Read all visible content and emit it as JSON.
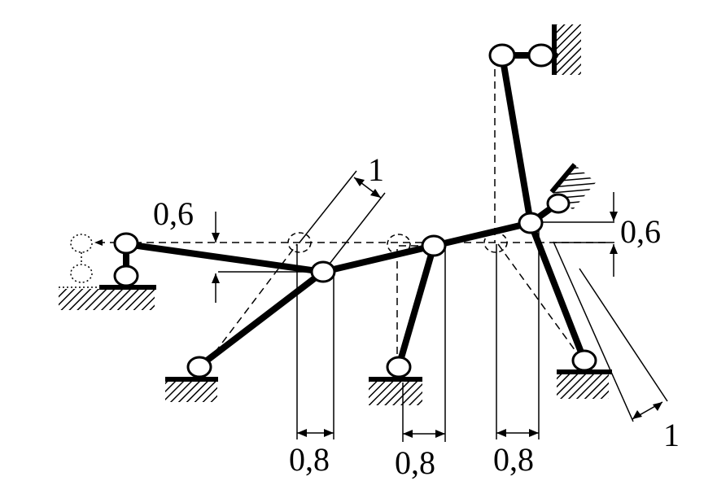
{
  "labels": {
    "dim_06_left": "0,6",
    "dim_06_right": "0,6",
    "dim_1_top": "1",
    "dim_1_bottom": "1",
    "dim_08_left": "0,8",
    "dim_08_middle": "0,8",
    "dim_08_right": "0,8"
  }
}
